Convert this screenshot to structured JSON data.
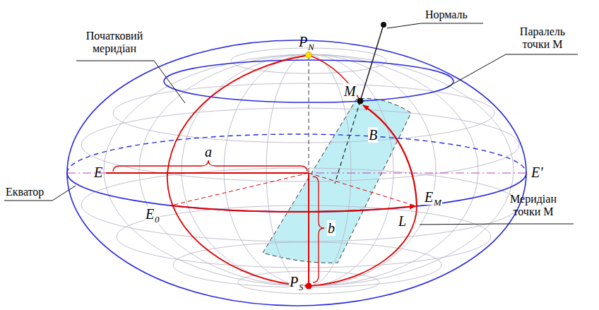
{
  "diagram": {
    "labels": [
      "P",
      "N",
      "Нормаль",
      "Початковий меридіан",
      "Паралель точки M",
      "M",
      "B",
      "a",
      "E",
      "E'",
      "Екватор",
      "E",
      "0",
      "b",
      "E",
      "M",
      "Меридіан точки M",
      "L",
      "P",
      "S"
    ]
  }
}
